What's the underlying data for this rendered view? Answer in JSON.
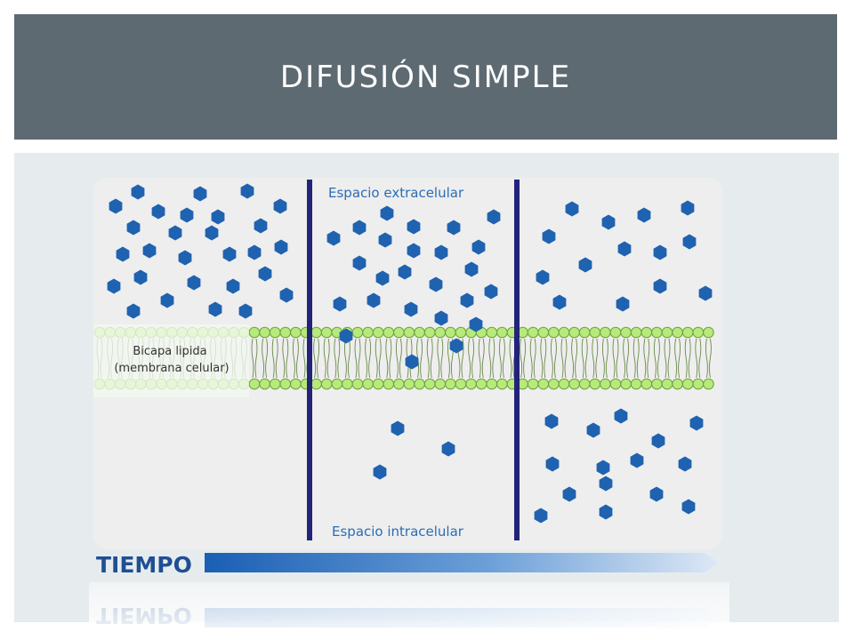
{
  "slide": {
    "title": "DIFUSIÓN SIMPLE"
  },
  "diagram": {
    "extracellular_label": "Espacio extracelular",
    "intracellular_label": "Espacio intracelular",
    "membrane_label_line1": "Bicapa lipida",
    "membrane_label_line2": "(membrana celular)",
    "time_label": "TIEMPO",
    "colors": {
      "molecule": "#1f62b0",
      "divider": "#23237a",
      "lipid_head": "#b6ea7a",
      "lipid_head_stroke": "#6f9e3a",
      "panel": "#eeeeee",
      "slide_title_bar": "#5e6a71",
      "label_blue": "#2a6db5",
      "time_text": "#1f4f94"
    }
  }
}
